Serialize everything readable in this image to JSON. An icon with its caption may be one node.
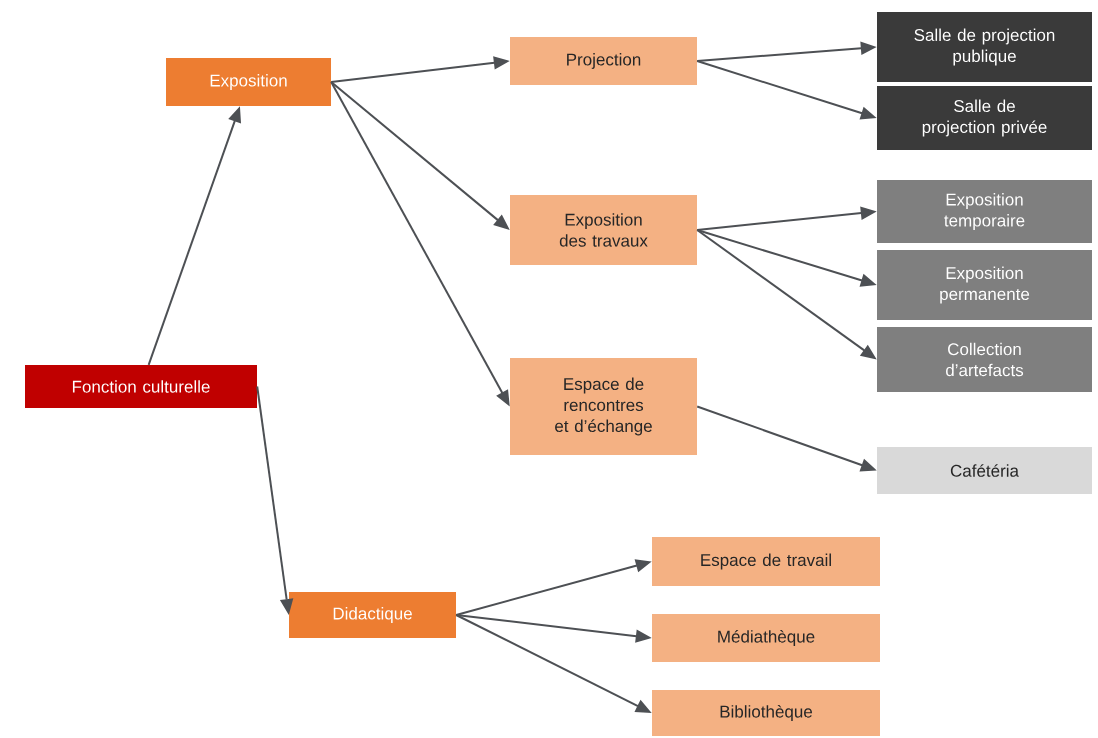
{
  "diagram": {
    "nodes": [
      {
        "text": [
          "Fonction culturelle"
        ]
      },
      {
        "text": [
          "Exposition"
        ]
      },
      {
        "text": [
          "Projection"
        ]
      },
      {
        "text": [
          "Exposition des travaux"
        ]
      },
      {
        "text": [
          "Espace de rencontres et d’échange"
        ]
      },
      {
        "text": [
          "Salle de projection publique"
        ]
      },
      {
        "text": [
          "Salle de projection privée"
        ]
      },
      {
        "text": [
          "Exposition temporaire"
        ]
      },
      {
        "text": [
          "Exposition permanente"
        ]
      },
      {
        "text": [
          "Collection d’artefacts"
        ]
      },
      {
        "text": [
          "Cafétéria"
        ]
      },
      {
        "text": [
          "Didactique"
        ]
      },
      {
        "text": [
          "Espace de travail"
        ]
      },
      {
        "text": [
          "Médiathèque"
        ]
      },
      {
        "text": [
          "Bibliothèque"
        ]
      }
    ],
    "edges": [
      {
        "from": 0,
        "to": 1,
        "arrow": "to"
      },
      {
        "from": 1,
        "to": 2,
        "arrow": "to"
      },
      {
        "from": 1,
        "to": 3,
        "arrow": "to"
      },
      {
        "from": 1,
        "to": 4,
        "arrow": "to"
      },
      {
        "from": 2,
        "to": 5,
        "arrow": "to"
      },
      {
        "from": 2,
        "to": 6,
        "arrow": "to"
      },
      {
        "from": 3,
        "to": 7,
        "arrow": "to"
      },
      {
        "from": 3,
        "to": 8,
        "arrow": "to"
      },
      {
        "from": 3,
        "to": 9,
        "arrow": "to"
      },
      {
        "from": 4,
        "to": 10,
        "arrow": "to"
      },
      {
        "from": 0,
        "to": 11,
        "arrow": "to"
      },
      {
        "from": 11,
        "to": 12,
        "arrow": "to"
      },
      {
        "from": 11,
        "to": 13,
        "arrow": "to"
      },
      {
        "from": 11,
        "to": 14,
        "arrow": "to"
      }
    ]
  }
}
